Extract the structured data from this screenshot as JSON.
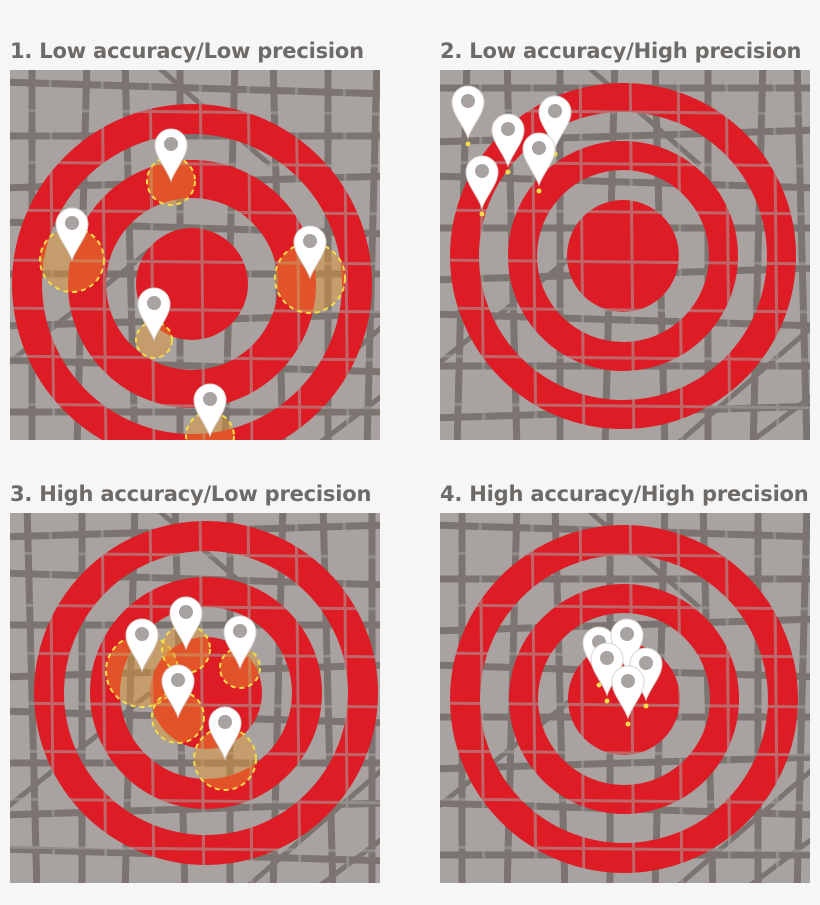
{
  "panels": [
    {
      "title": "1. Low accuracy/Low precision"
    },
    {
      "title": "2. Low accuracy/High precision"
    },
    {
      "title": "3. High accuracy/Low precision"
    },
    {
      "title": "4. High accuracy/High precision"
    }
  ],
  "colors": {
    "background": "#f6f6f6",
    "map": "#a8a3a0",
    "streets": "#7b7470",
    "target_ring": "#dd1c25",
    "pin": "#ffffff",
    "uncertainty_fill": "#e8962e",
    "uncertainty_outline": "#f3dc4a",
    "title_text": "#6e6a67"
  }
}
